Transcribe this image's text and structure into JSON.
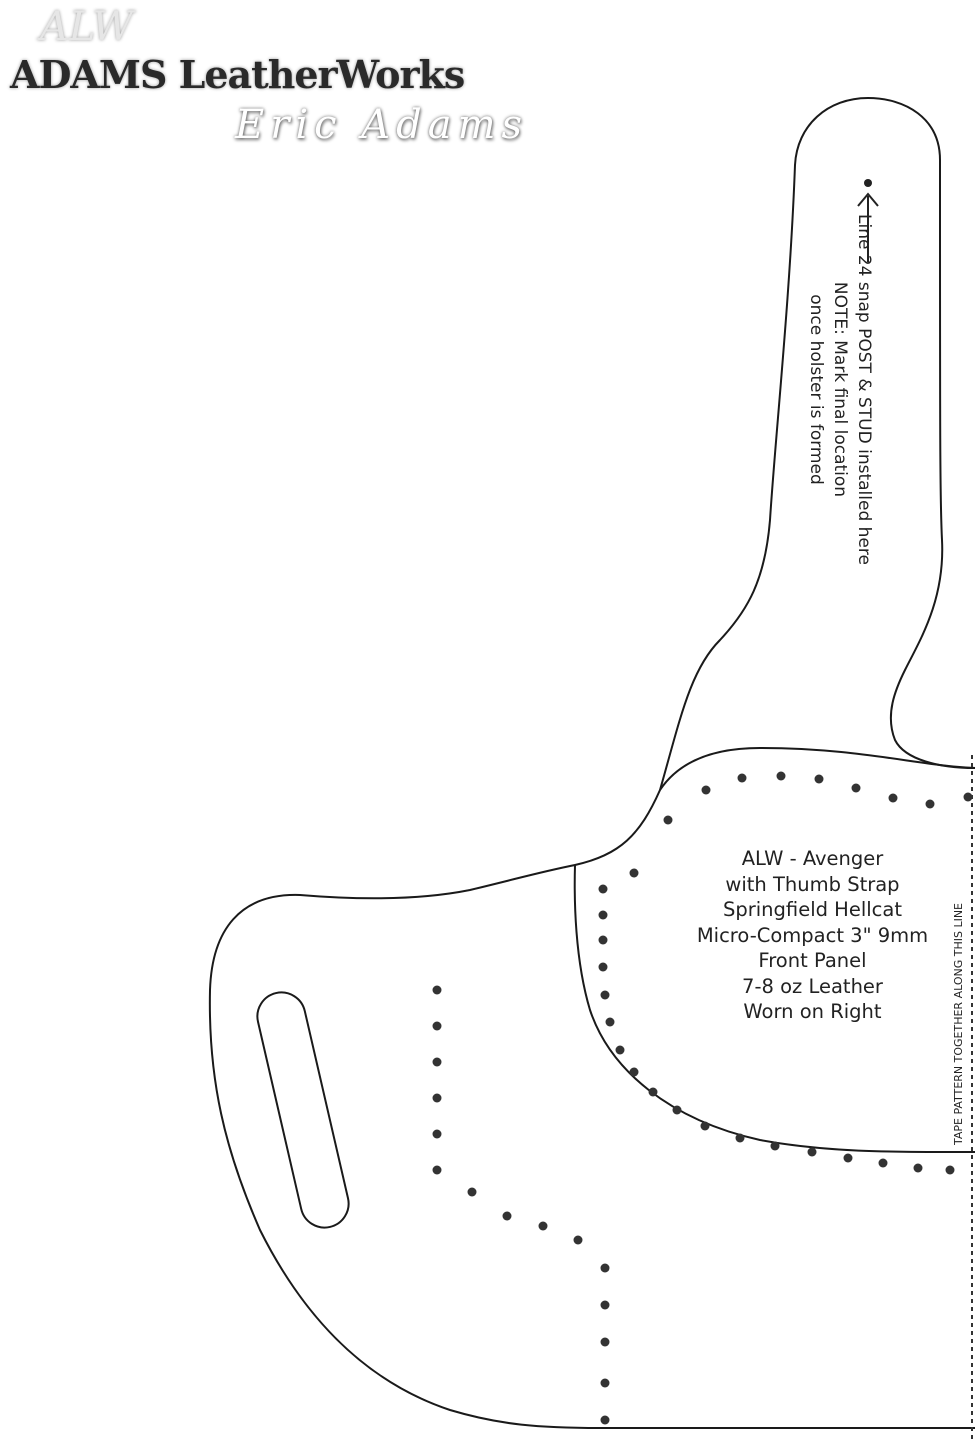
{
  "logo": {
    "main": "ADAMS LeatherWorks",
    "script": "Eric Adams",
    "monogram": "ALW"
  },
  "strap_note": {
    "lines": [
      "Line 24 snap POST & STUD installed here",
      "NOTE: Mark final location",
      "once holster is formed"
    ]
  },
  "panel_label": {
    "lines": [
      "ALW - Avenger",
      "with Thumb Strap",
      "Springfield Hellcat",
      "Micro-Compact 3\" 9mm",
      "Front Panel",
      "7-8 oz Leather",
      "Worn on Right"
    ]
  },
  "tape_note": "TAPE PATTERN TOGETHER ALONG THIS LINE",
  "colors": {
    "line": "#1a1a1a",
    "stitch": "#333333"
  }
}
